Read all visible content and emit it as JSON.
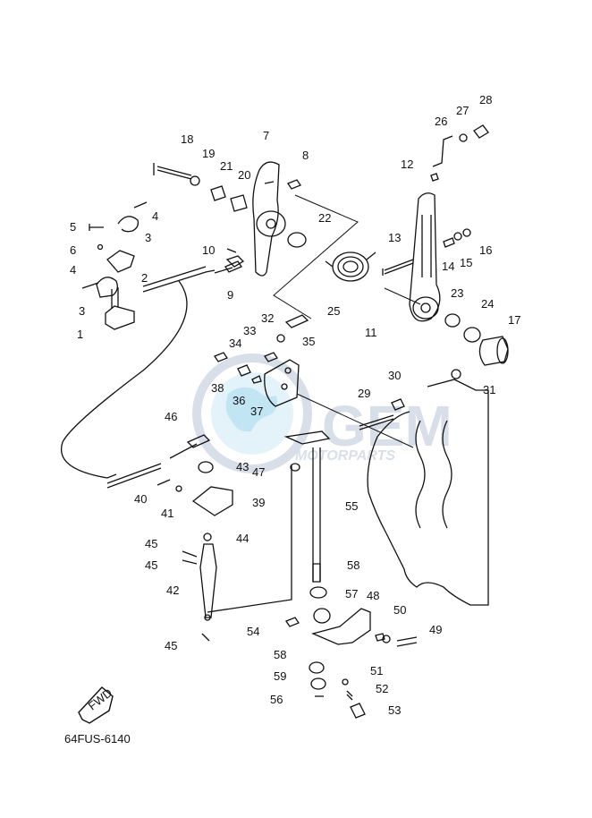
{
  "diagram": {
    "code": "64FUS-6140",
    "fwd_label": "FWD",
    "watermark_text": "GEM",
    "watermark_sub": "MOTORPARTS",
    "colors": {
      "ink": "#111111",
      "watermark": "#b9c6d6",
      "watermark_globe": "#8fd0ea"
    },
    "callouts": [
      "1",
      "2",
      "3",
      "3",
      "4",
      "4",
      "5",
      "6",
      "7",
      "8",
      "9",
      "10",
      "11",
      "12",
      "13",
      "14",
      "15",
      "16",
      "17",
      "18",
      "19",
      "20",
      "21",
      "22",
      "23",
      "24",
      "25",
      "26",
      "27",
      "28",
      "29",
      "30",
      "31",
      "32",
      "33",
      "34",
      "35",
      "36",
      "37",
      "38",
      "39",
      "40",
      "41",
      "42",
      "43",
      "44",
      "45",
      "45",
      "45",
      "46",
      "47",
      "48",
      "49",
      "50",
      "51",
      "52",
      "53",
      "54",
      "55",
      "56",
      "57",
      "58",
      "58",
      "59"
    ]
  }
}
